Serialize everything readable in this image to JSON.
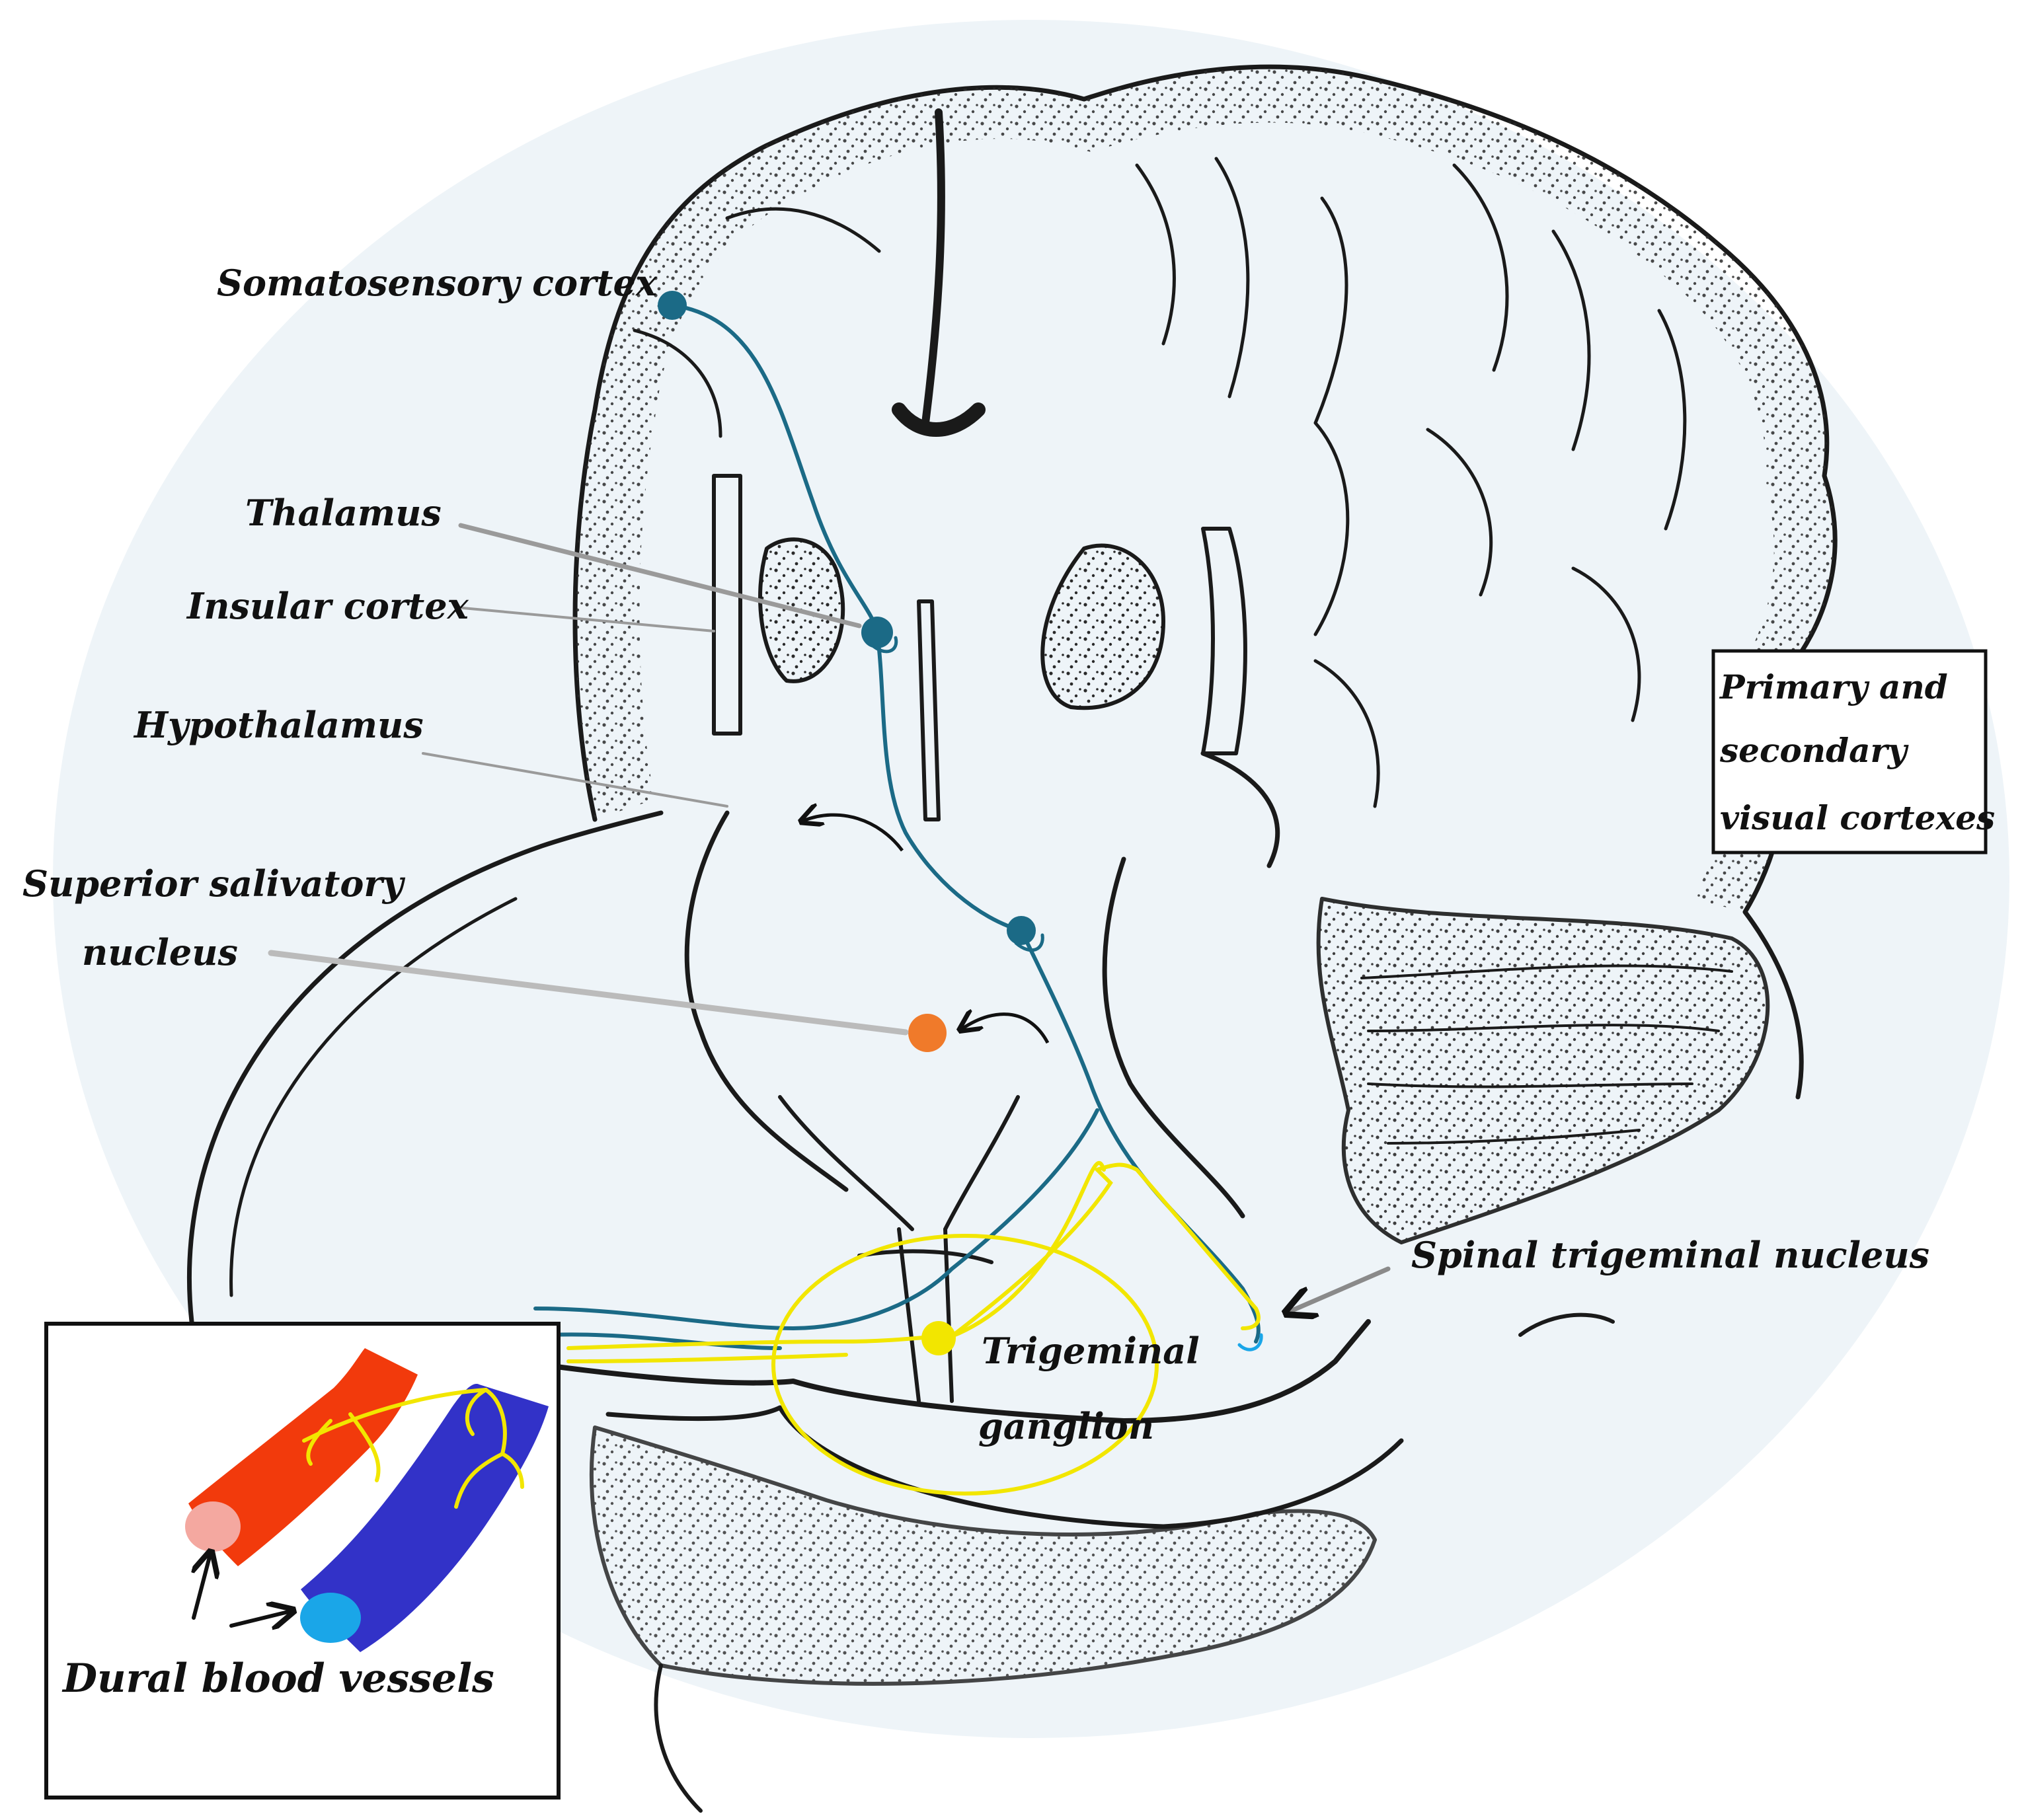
{
  "labels": {
    "somatosensory_cortex": "Somatosensory cortex",
    "thalamus": "Thalamus",
    "insular_cortex": "Insular cortex",
    "hypothalamus": "Hypothalamus",
    "superior_salivatory_line1": "Superior salivatory",
    "superior_salivatory_line2": "nucleus",
    "visual_line1": "Primary and",
    "visual_line2": "secondary",
    "visual_line3": "visual cortexes",
    "spinal_trigeminal_nucleus": "Spinal trigeminal nucleus",
    "trigeminal_line1": "Trigeminal",
    "trigeminal_line2": "ganglion",
    "dural_blood_vessels": "Dural blood vessels"
  },
  "colors": {
    "pathway": "#1b6a86",
    "trigeminal_nerve": "#f2e600",
    "salivatory_nucleus": "#f07a2a",
    "artery": "#f23a0c",
    "artery_lumen": "#f4a8a0",
    "vein": "#3232c8",
    "vein_lumen": "#1aa6e8",
    "anatomy_outline": "#1a1a1a",
    "stipple": "#2a2a2a",
    "background_glow": "#eef4f8",
    "pointer": "#9a9a9a"
  }
}
